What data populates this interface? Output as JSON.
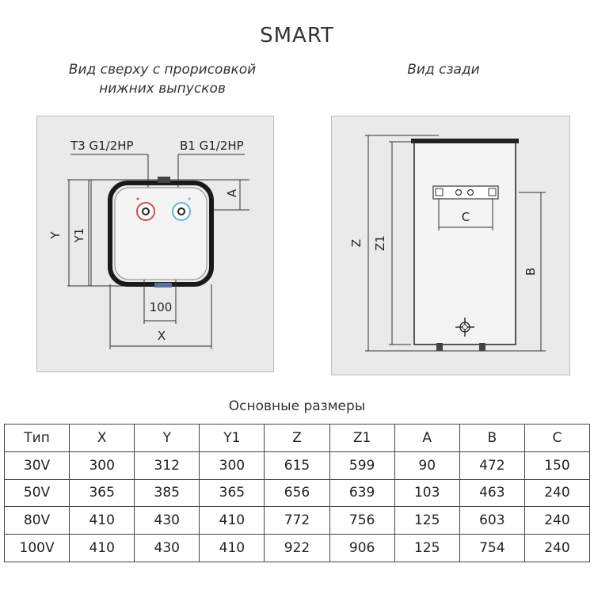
{
  "title": "SMART",
  "top_view": {
    "caption_line1": "Вид сверху с прорисовкой",
    "caption_line2": "нижних выпусков",
    "label_hot": "Т3 G1/2НР",
    "label_cold": "В1 G1/2НР",
    "dim_a": "A",
    "dim_y": "Y",
    "dim_y1": "Y1",
    "dim_100": "100",
    "dim_x": "X"
  },
  "back_view": {
    "caption": "Вид сзади",
    "dim_z": "Z",
    "dim_z1": "Z1",
    "dim_c": "C",
    "dim_b": "B"
  },
  "table": {
    "title": "Основные размеры",
    "headers": [
      "Тип",
      "X",
      "Y",
      "Y1",
      "Z",
      "Z1",
      "A",
      "B",
      "C"
    ],
    "rows": [
      [
        "30V",
        "300",
        "312",
        "300",
        "615",
        "599",
        "90",
        "472",
        "150"
      ],
      [
        "50V",
        "365",
        "385",
        "365",
        "656",
        "639",
        "103",
        "463",
        "240"
      ],
      [
        "80V",
        "410",
        "430",
        "410",
        "772",
        "756",
        "125",
        "603",
        "240"
      ],
      [
        "100V",
        "410",
        "430",
        "410",
        "922",
        "906",
        "125",
        "754",
        "240"
      ]
    ]
  }
}
